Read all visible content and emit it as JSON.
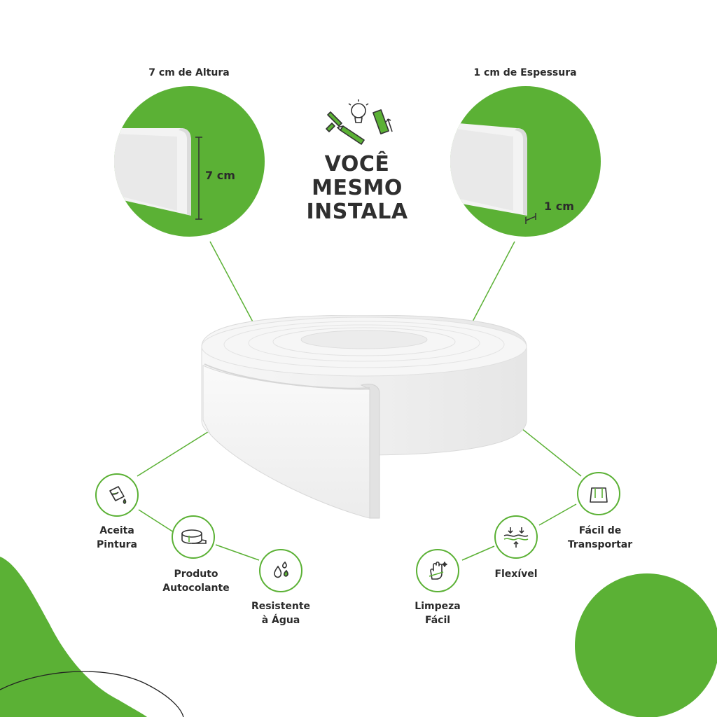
{
  "colors": {
    "accent": "#5bb135",
    "text": "#2b2b2b",
    "product": "#efefef"
  },
  "callouts": {
    "left": {
      "title": "7 cm de Altura",
      "measure": "7 cm"
    },
    "right": {
      "title": "1 cm de Espessura",
      "measure": "1 cm"
    }
  },
  "headline": {
    "line1": "VOCÊ",
    "line2": "MESMO",
    "line3": "INSTALA",
    "icon": "tools-icon"
  },
  "features": {
    "paint": {
      "line1": "Aceita",
      "line2": "Pintura",
      "icon": "paint-bucket-icon"
    },
    "adhesive": {
      "line1": "Produto",
      "line2": "Autocolante",
      "icon": "tape-roll-icon"
    },
    "water": {
      "line1": "Resistente",
      "line2": "à Água",
      "icon": "water-drops-icon"
    },
    "transport": {
      "line1": "Fácil de",
      "line2": "Transportar",
      "icon": "shopping-bag-icon"
    },
    "flexible": {
      "line1": "Flexível",
      "icon": "flex-arrows-icon"
    },
    "cleaning": {
      "line1": "Limpeza",
      "line2": "Fácil",
      "icon": "cleaning-hand-icon"
    }
  }
}
